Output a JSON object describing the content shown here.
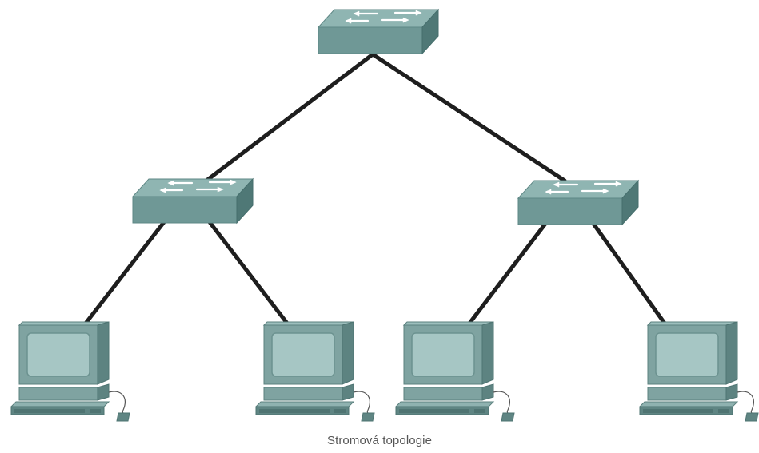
{
  "caption": "Stromová topologie",
  "colors": {
    "switch_top": "#8fb5b2",
    "switch_front": "#6f9896",
    "switch_side": "#4f7876",
    "arrow": "#ffffff",
    "cable": "#1e1e1e",
    "pc_body": "#7fa3a1",
    "pc_dark": "#5d8381",
    "screen": "#a6c6c4",
    "keyboard": "#5f8583"
  },
  "devices": {
    "switches": [
      {
        "id": "core-switch",
        "icon": "network-switch-icon"
      },
      {
        "id": "left-switch",
        "icon": "network-switch-icon"
      },
      {
        "id": "right-switch",
        "icon": "network-switch-icon"
      }
    ],
    "computers": [
      {
        "id": "pc-1",
        "icon": "desktop-computer-icon"
      },
      {
        "id": "pc-2",
        "icon": "desktop-computer-icon"
      },
      {
        "id": "pc-3",
        "icon": "desktop-computer-icon"
      },
      {
        "id": "pc-4",
        "icon": "desktop-computer-icon"
      }
    ],
    "links": [
      {
        "from": "core-switch",
        "to": "left-switch"
      },
      {
        "from": "core-switch",
        "to": "right-switch"
      },
      {
        "from": "left-switch",
        "to": "pc-1"
      },
      {
        "from": "left-switch",
        "to": "pc-2"
      },
      {
        "from": "right-switch",
        "to": "pc-3"
      },
      {
        "from": "right-switch",
        "to": "pc-4"
      }
    ]
  }
}
